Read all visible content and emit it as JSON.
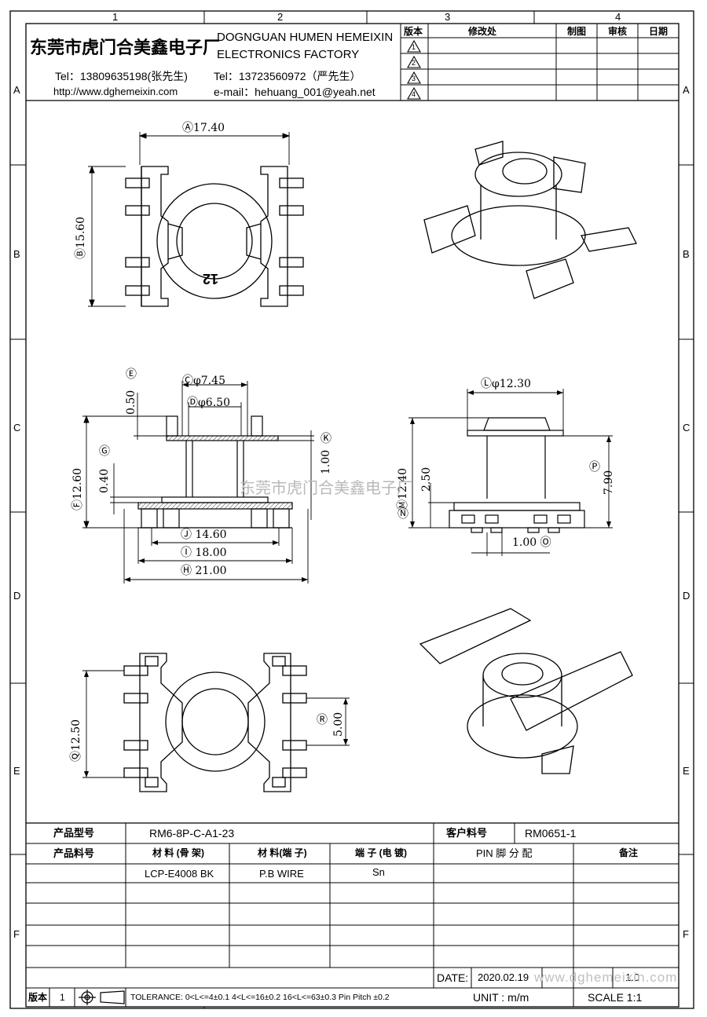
{
  "frame": {
    "col_markers": [
      "1",
      "2",
      "3",
      "4"
    ],
    "row_markers": [
      "A",
      "B",
      "C",
      "D",
      "E",
      "F"
    ]
  },
  "header": {
    "company_cn": "东莞市虎门合美鑫电子厂",
    "company_en_1": "DOGNGUAN HUMEN HEMEIXIN",
    "company_en_2": "ELECTRONICS FACTORY",
    "tel_1": "Tel：13809635198(张先生)",
    "tel_2": "Tel：13723560972（严先生）",
    "website": "http://www.dghemeixin.com",
    "email": "e-mail：hehuang_001@yeah.net"
  },
  "revision_table": {
    "headers": [
      "版本",
      "修改处",
      "制图",
      "审核",
      "日期"
    ],
    "revisions": [
      "1",
      "2",
      "3",
      "4"
    ]
  },
  "dimensions": {
    "A": "17.40",
    "B": "15.60",
    "C": "φ7.45",
    "D": "φ6.50",
    "E": "0.50",
    "F": "12.60",
    "G": "0.40",
    "H": "21.00",
    "I": "18.00",
    "J": "14.60",
    "K": "1.00",
    "L": "φ12.30",
    "M": "12.40",
    "N": "2.50",
    "O": "1.00",
    "P": "7.90",
    "Q": "12.50",
    "R": "5.00",
    "marks": [
      "A",
      "B",
      "C",
      "D",
      "E",
      "F",
      "G",
      "H",
      "I",
      "J",
      "K",
      "L",
      "M",
      "N",
      "O",
      "P",
      "Q",
      "R"
    ],
    "part_mark": "12"
  },
  "watermark": "东莞市虎门合美鑫电子厂",
  "watermark_url": "www.dghemeixin.com",
  "title_block": {
    "product_model_label": "产品型号",
    "product_model": "RM6-8P-C-A1-23",
    "customer_part_label": "客户料号",
    "customer_part": "RM0651-1",
    "product_part_label": "产品料号",
    "col_material_bobbin": "材 料 (骨 架)",
    "col_material_pin": "材 料(端 子)",
    "col_pin_plating": "端 子 (电 镀)",
    "col_pin_assign": "PIN 脚 分 配",
    "col_remark": "备注",
    "material_bobbin": "LCP-E4008 BK",
    "material_pin": "P.B WIRE",
    "pin_plating": "Sn",
    "date_label": "DATE:",
    "date_value": "2020.02.19",
    "version_value": "1.0",
    "version_label": "版本",
    "version_number": "1",
    "tolerance": "TOLERANCE:  0<L<=4±0.1  4<L<=16±0.2  16<L<=63±0.3  Pin Pitch  ±0.2",
    "unit": "UNIT : m/m",
    "scale": "SCALE   1:1"
  }
}
